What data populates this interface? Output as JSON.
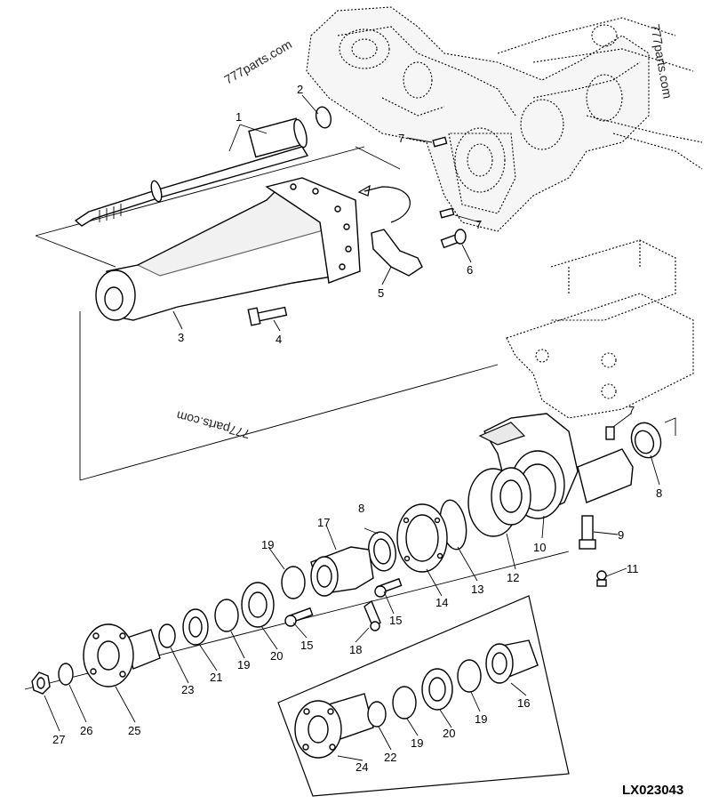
{
  "watermarks": [
    "777parts.com",
    "777parts.com",
    "777parts.com"
  ],
  "drawing_code": "LX023043",
  "callouts": [
    "1",
    "2",
    "3",
    "4",
    "5",
    "6",
    "7",
    "7",
    "7",
    "8",
    "8",
    "9",
    "10",
    "11",
    "12",
    "13",
    "14",
    "15",
    "15",
    "16",
    "17",
    "18",
    "19",
    "19",
    "19",
    "19",
    "20",
    "20",
    "21",
    "22",
    "23",
    "24",
    "25",
    "26",
    "27"
  ]
}
